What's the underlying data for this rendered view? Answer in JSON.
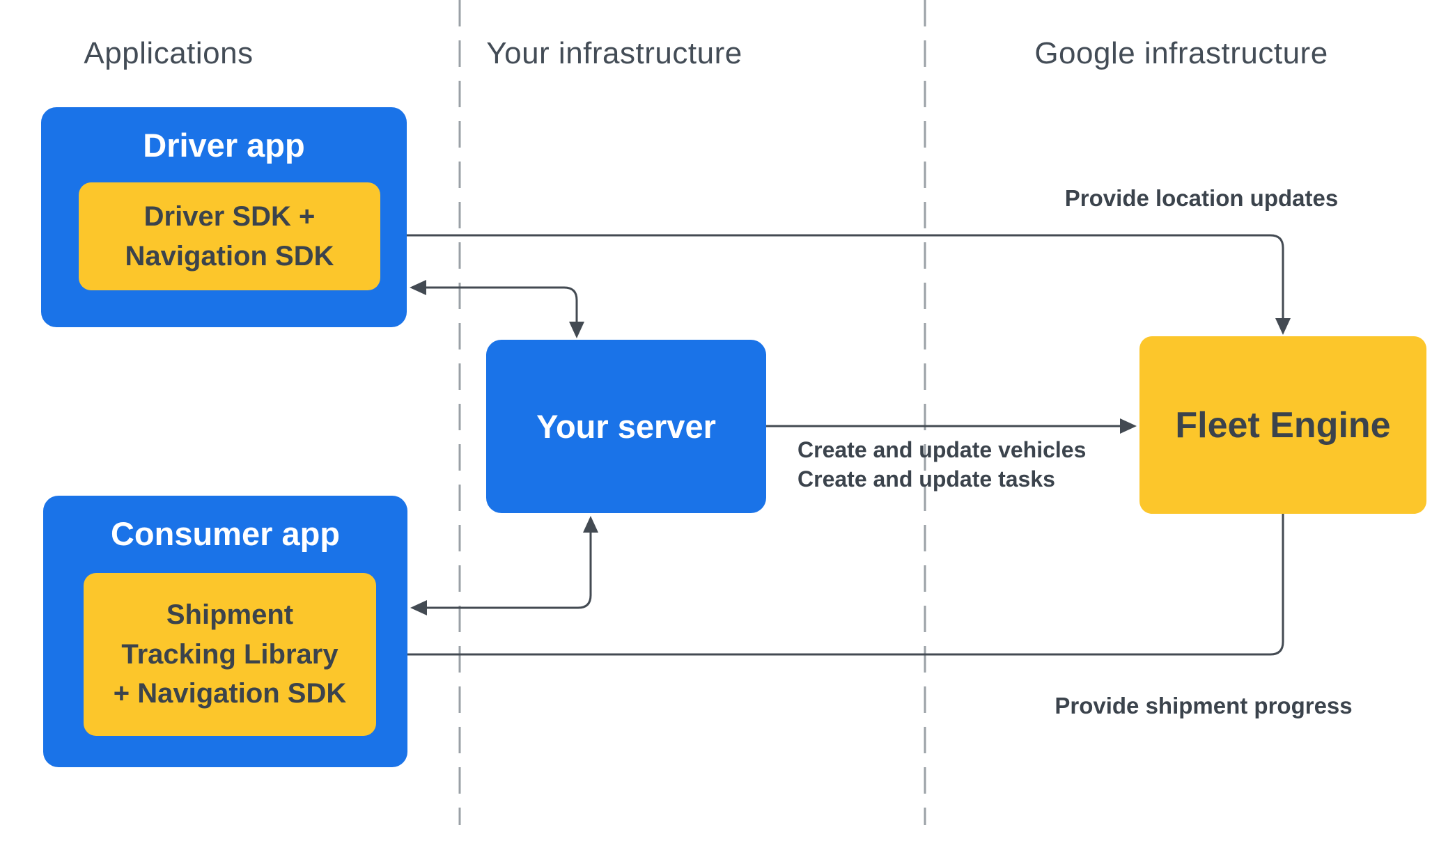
{
  "columns": [
    {
      "id": "applications",
      "label": "Applications"
    },
    {
      "id": "your-infrastructure",
      "label": "Your infrastructure"
    },
    {
      "id": "google-infrastructure",
      "label": "Google infrastructure"
    }
  ],
  "nodes": {
    "driver_app": {
      "title": "Driver app",
      "sdk_lines": [
        "Driver SDK +",
        "Navigation SDK"
      ]
    },
    "consumer_app": {
      "title": "Consumer app",
      "sdk_lines": [
        "Shipment",
        "Tracking Library",
        "+ Navigation SDK"
      ]
    },
    "your_server": {
      "title": "Your server"
    },
    "fleet_engine": {
      "title": "Fleet Engine"
    }
  },
  "edge_labels": {
    "location_updates": "Provide location updates",
    "create_update_lines": [
      "Create and update vehicles",
      "Create and update tasks"
    ],
    "shipment_progress": "Provide shipment progress"
  },
  "colors": {
    "app_blue": "#1a73e8",
    "sdk_yellow": "#fcc62b",
    "arrow_dark": "#434a52",
    "divider_gray": "#9aa0a6",
    "text_dark": "#3b434c",
    "text_light": "#ffffff",
    "heading_gray": "#434c56",
    "background": "#ffffff"
  }
}
